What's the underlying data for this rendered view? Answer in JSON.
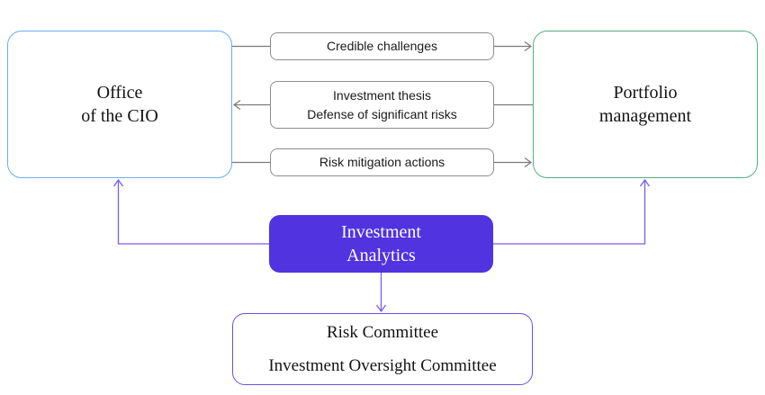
{
  "boxes": {
    "office": {
      "line1": "Office",
      "line2": "of the CIO"
    },
    "portfolio": {
      "line1": "Portfolio",
      "line2": "management"
    },
    "credible_challenges": {
      "label": "Credible challenges"
    },
    "investment_thesis": {
      "line1": "Investment thesis",
      "line2": "Defense of significant risks"
    },
    "risk_mitigation": {
      "label": "Risk mitigation actions"
    },
    "analytics": {
      "line1": "Investment",
      "line2": "Analytics"
    },
    "committees": {
      "line1": "Risk Committee",
      "line2": "Investment Oversight Committee"
    }
  },
  "colors": {
    "office_border": "#69aef2",
    "portfolio_border": "#55ae85",
    "flow_border": "#8d8d8d",
    "gray_arrow": "#7a7a7a",
    "analytics_fill": "#5233e0",
    "purple_arrow": "#7a5bf2",
    "committees_border": "#6c4cf1",
    "text_dark": "#131313",
    "text_on_purple": "#ffffff"
  }
}
